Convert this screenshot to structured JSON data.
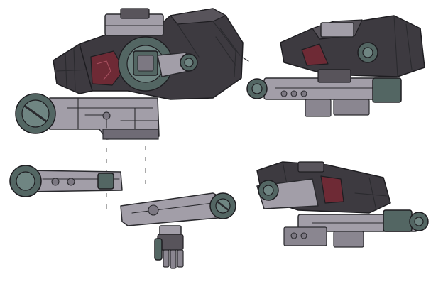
{
  "palette": {
    "background": "#ffffff",
    "outline": "#2a2a2e",
    "armor_dark": "#3d3a40",
    "armor_mid": "#58545b",
    "frame_light": "#a29ea8",
    "frame_mid": "#8a8690",
    "frame_shadow": "#6f6b75",
    "lens_teal": "#536663",
    "lens_teal_light": "#6f8582",
    "accent_red": "#6e2a35"
  },
  "panels": [
    {
      "id": "cannon-side-view"
    },
    {
      "id": "cannon-perspective-top"
    },
    {
      "id": "arm-link-detached"
    },
    {
      "id": "handle-grip-assembly"
    },
    {
      "id": "cannon-perspective-bottom"
    }
  ]
}
